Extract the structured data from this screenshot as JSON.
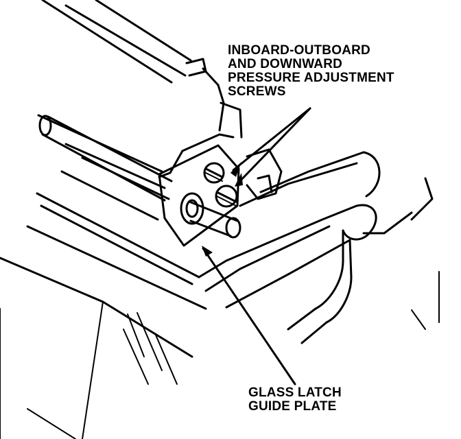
{
  "callouts": {
    "screws": {
      "lines": [
        "INBOARD-OUTBOARD",
        "AND DOWNWARD",
        "PRESSURE ADJUSTMENT",
        "SCREWS"
      ]
    },
    "plate": {
      "lines": [
        "GLASS LATCH",
        "GUIDE PLATE"
      ]
    }
  },
  "colors": {
    "ink": "#000000",
    "paper": "#ffffff"
  }
}
